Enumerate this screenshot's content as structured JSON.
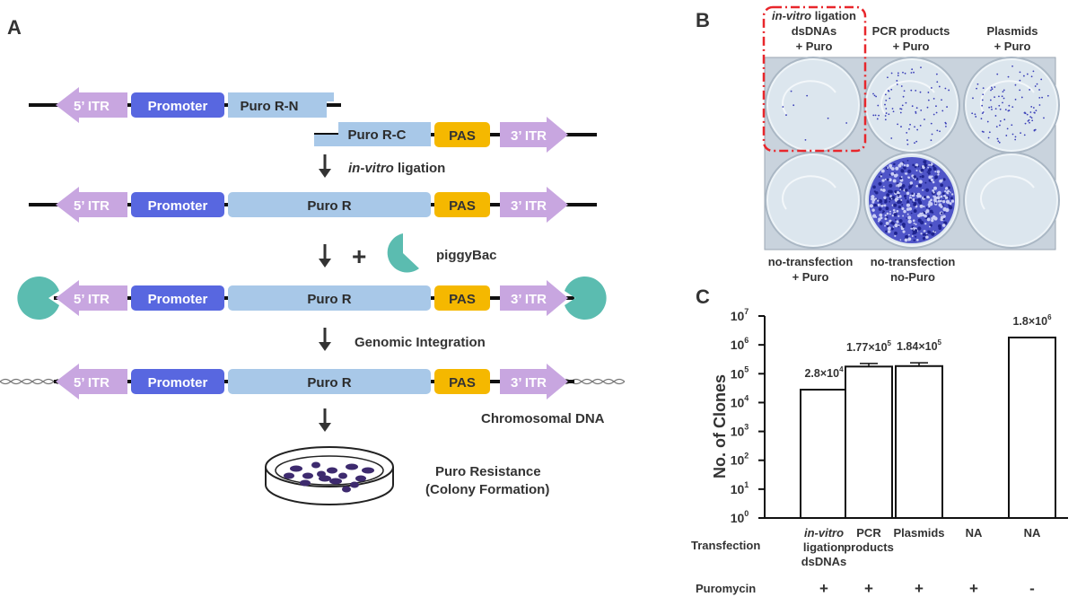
{
  "panels": {
    "a": "A",
    "b": "B",
    "c": "C"
  },
  "construct": {
    "itr5": "5’ ITR",
    "itr3": "3’ ITR",
    "promoter": "Promoter",
    "puro_n": "Puro R-N",
    "puro_c": "Puro R-C",
    "puro": "Puro R",
    "pas": "PAS"
  },
  "steps": {
    "ligation_italic": "in-vitro",
    "ligation_rest": " ligation",
    "plus": "+",
    "piggybac": "piggyBac",
    "integration": "Genomic Integration",
    "chromosome": "Chromosomal DNA",
    "resistance_1": "Puro Resistance",
    "resistance_2": "(Colony Formation)"
  },
  "plate": {
    "top_labels": [
      {
        "l1_italic": "in-vitro",
        "l1_rest": " ligation",
        "l2": "dsDNAs",
        "l3": "+ Puro"
      },
      {
        "l1_italic": "",
        "l1_rest": "PCR products",
        "l2": "+ Puro",
        "l3": ""
      },
      {
        "l1_italic": "",
        "l1_rest": "Plasmids",
        "l2": "+ Puro",
        "l3": ""
      }
    ],
    "bottom_labels": [
      {
        "l1": "no-transfection",
        "l2": "+ Puro"
      },
      {
        "l1": "no-transfection",
        "l2": "no-Puro"
      }
    ],
    "colony_density": [
      0.02,
      0.22,
      0.25,
      0.0,
      1.0,
      0.0
    ],
    "colony_color": "#3a3fb8",
    "highlight_color": "#e8262b"
  },
  "chart_data": {
    "type": "bar",
    "ylabel": "No. of Clones",
    "yscale": "log",
    "ylim": [
      1,
      10000000
    ],
    "y_ticks": [
      {
        "base": "10",
        "exp": "0"
      },
      {
        "base": "10",
        "exp": "1"
      },
      {
        "base": "10",
        "exp": "2"
      },
      {
        "base": "10",
        "exp": "3"
      },
      {
        "base": "10",
        "exp": "4"
      },
      {
        "base": "10",
        "exp": "5"
      },
      {
        "base": "10",
        "exp": "6"
      },
      {
        "base": "10",
        "exp": "7"
      }
    ],
    "row_labels": {
      "transfection": "Transfection",
      "puromycin": "Puromycin"
    },
    "categories": [
      {
        "line1_italic": "in-vitro",
        "line1": "",
        "line2": "ligation",
        "line3": "dsDNAs"
      },
      {
        "line1_italic": "",
        "line1": "PCR",
        "line2": "products",
        "line3": ""
      },
      {
        "line1_italic": "",
        "line1": "Plasmids",
        "line2": "",
        "line3": ""
      },
      {
        "line1_italic": "",
        "line1": "NA",
        "line2": "",
        "line3": ""
      },
      {
        "line1_italic": "",
        "line1": "NA",
        "line2": "",
        "line3": ""
      }
    ],
    "puromycin": [
      "+",
      "+",
      "+",
      "+",
      "-"
    ],
    "values": [
      28000,
      177000,
      184000,
      0,
      1800000
    ],
    "errors": [
      0,
      50000,
      55000,
      0,
      0
    ],
    "value_labels": [
      {
        "mant": "2.8×10",
        "exp": "4"
      },
      {
        "mant": "1.77×10",
        "exp": "5"
      },
      {
        "mant": "1.84×10",
        "exp": "5"
      },
      {
        "mant": "",
        "exp": ""
      },
      {
        "mant": "1.8×10",
        "exp": "6"
      }
    ]
  },
  "colors": {
    "itr": "#c8a6e0",
    "promoter": "#5867e0",
    "puro": "#a8c8e8",
    "pas": "#f5b800",
    "piggybac": "#5bbcb0",
    "dish_colony": "#3d2a6e",
    "arrow": "#333333"
  }
}
